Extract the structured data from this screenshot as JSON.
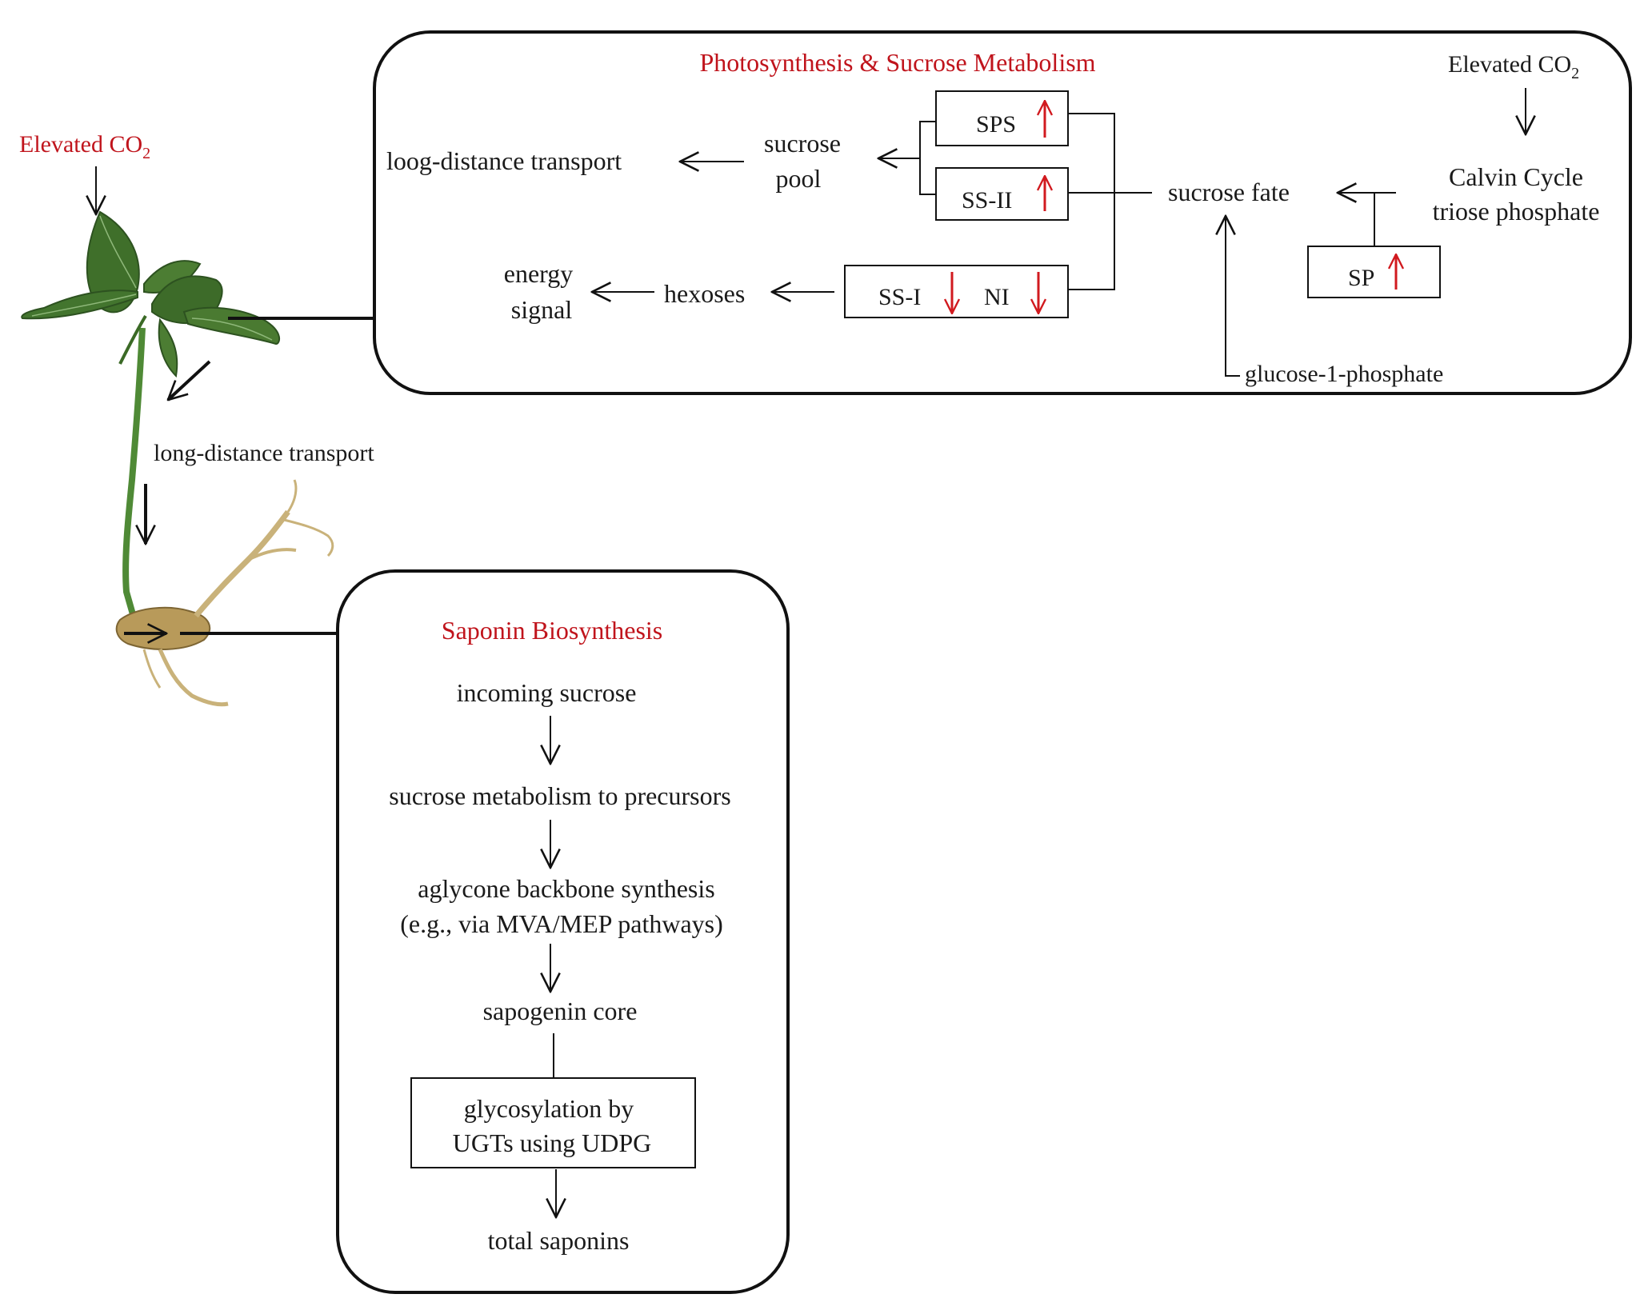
{
  "plant": {
    "elevated_co2_label": "Elevated CO",
    "elevated_co2_sub": "2",
    "transport_label": "long-distance transport"
  },
  "photosynthesis_panel": {
    "title": "Photosynthesis & Sucrose Metabolism",
    "elevated_co2_label": "Elevated CO",
    "elevated_co2_sub": "2",
    "calvin_line1": "Calvin Cycle",
    "calvin_line2": "triose phosphate",
    "sp_label": "SP",
    "sucrose_fate": "sucrose fate",
    "glucose_label": "glucose-1-phosphate",
    "sps_label": "SPS",
    "ss2_label": "SS-II",
    "ss1_label": "SS-I",
    "ni_label": "NI",
    "sucrose_pool_line1": "sucrose",
    "sucrose_pool_line2": "pool",
    "transport_label": "loog-distance transport",
    "hexoses_label": "hexoses",
    "energy_line1": "energy",
    "energy_line2": "signal"
  },
  "saponin_panel": {
    "title": "Saponin Biosynthesis",
    "step1": "incoming sucrose",
    "step2": "sucrose metabolism to precursors",
    "step3_line1": "aglycone backbone synthesis",
    "step3_line2": "(e.g., via MVA/MEP pathways)",
    "step4": "sapogenin core",
    "step5_line1": "glycosylation by",
    "step5_line2": "UGTs using UDPG",
    "step6": "total saponins"
  },
  "colors": {
    "title_red": "#c0141c",
    "regulation_arrow_red": "#d11a1f",
    "leaf_green": "#3f6f2a",
    "root_tan": "#b89a5a"
  }
}
